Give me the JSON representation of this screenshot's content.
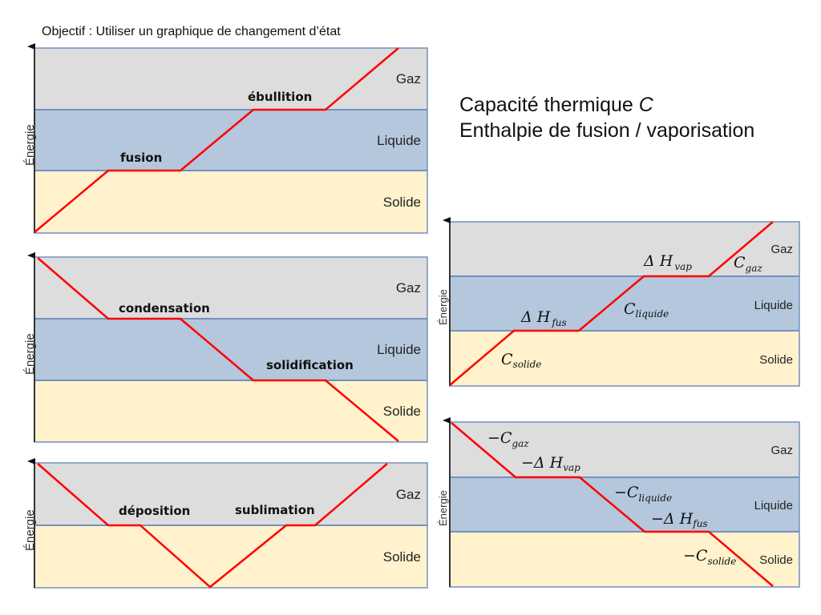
{
  "title": "Objectif : Utiliser un graphique de changement d’état",
  "heading": {
    "line1_prefix": "Capacité thermique ",
    "line1_symbol": "C",
    "line2": "Enthalpie de fusion / vaporisation"
  },
  "axis_label": "Énergie",
  "phases": {
    "gas": "Gaz",
    "liquid": "Liquide",
    "solid": "Solide"
  },
  "panels": {
    "heating": {
      "fusion": "fusion",
      "boiling": "ébullition"
    },
    "cooling": {
      "condensation": "condensation",
      "solidification": "solidification"
    },
    "sublimation": {
      "deposition": "déposition",
      "sublimation": "sublimation"
    },
    "heating_math": {
      "c_solid": {
        "main": "C",
        "sub": "solide"
      },
      "dh_fus": {
        "main": "Δ H",
        "sub": "fus"
      },
      "c_liquid": {
        "main": "C",
        "sub": "liquide"
      },
      "dh_vap": {
        "main": "Δ H",
        "sub": "vap"
      },
      "c_gas": {
        "main": "C",
        "sub": "gaz"
      }
    },
    "cooling_math": {
      "c_gas": {
        "main": "−C",
        "sub": "gaz"
      },
      "dh_vap": {
        "main": "−Δ H",
        "sub": "vap"
      },
      "c_liquid": {
        "main": "−C",
        "sub": "liquide"
      },
      "dh_fus": {
        "main": "−Δ H",
        "sub": "fus"
      },
      "c_solid": {
        "main": "−C",
        "sub": "solide"
      }
    }
  },
  "colors": {
    "gas": "#dddddd",
    "liquid": "#b4c7dc",
    "solid": "#fff2cc",
    "curve": "#ff0000",
    "border": "#7291bf"
  }
}
